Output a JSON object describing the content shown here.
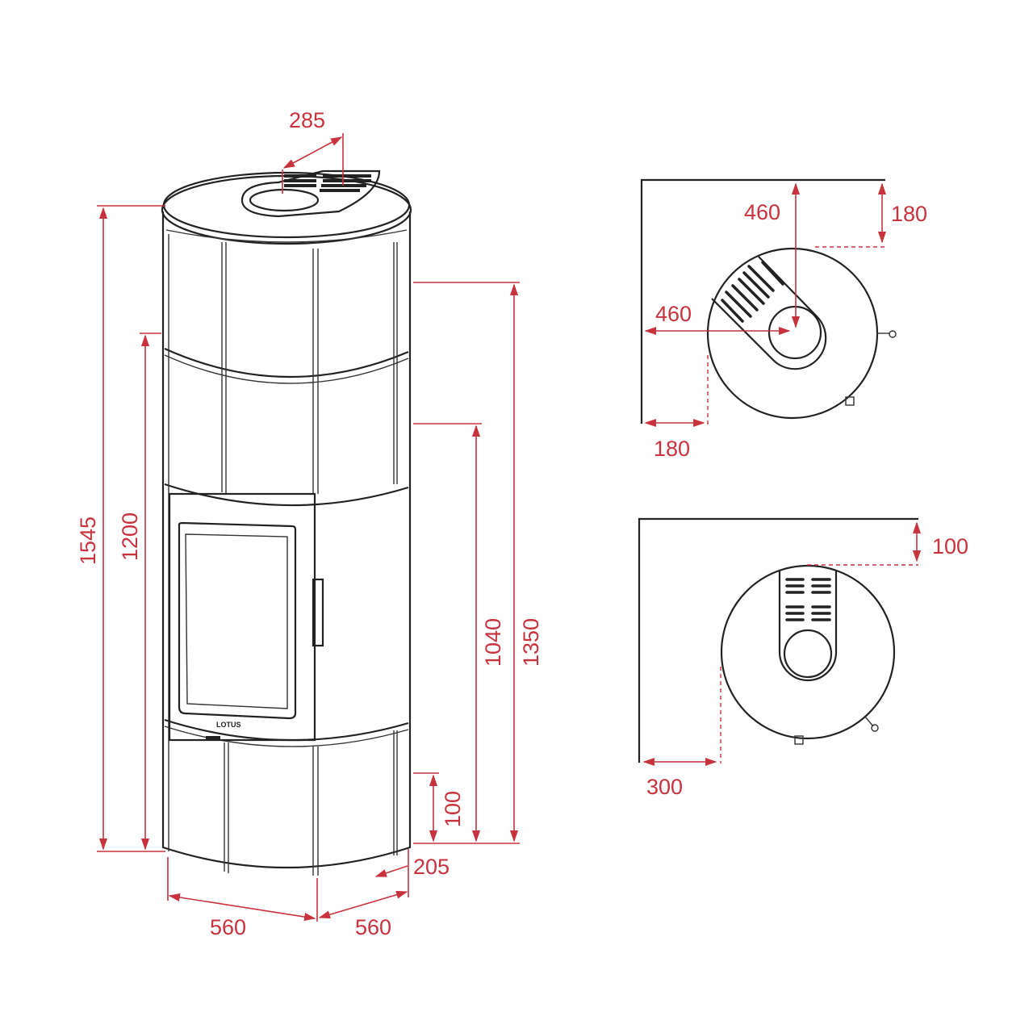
{
  "colors": {
    "dimension": "#c8323c",
    "outline": "#222222"
  },
  "front_view": {
    "brand_logo": "LOTUS",
    "dimensions": {
      "flue_offset": "285",
      "total_height": "1545",
      "air_inlet_height": "1200",
      "top_outlet_height": "1350",
      "rear_outlet_height": "1040",
      "rear_air_height": "100",
      "rear_offset": "205",
      "width_left": "560",
      "width_right": "560"
    }
  },
  "corner_install": {
    "dimensions": {
      "flue_from_back": "460",
      "flue_from_side": "460",
      "clearance_back": "180",
      "clearance_side": "180"
    }
  },
  "wall_install": {
    "dimensions": {
      "clearance_back": "100",
      "clearance_side": "300"
    }
  }
}
